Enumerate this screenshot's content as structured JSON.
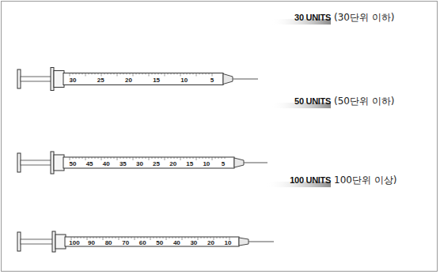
{
  "diagram": {
    "labels": [
      "30 UNITS",
      "(30단위 이하)",
      "30",
      "25",
      "20",
      "15",
      "10",
      "5",
      "50 UNITS",
      "(50단위 이하)",
      "50",
      "45",
      "40",
      "35",
      "30",
      "25",
      "20",
      "15",
      "10",
      "5",
      "100 UNITS",
      "100단위 이상)",
      "100",
      "90",
      "80",
      "70",
      "60",
      "50",
      "40",
      "30",
      "20",
      "10"
    ]
  }
}
